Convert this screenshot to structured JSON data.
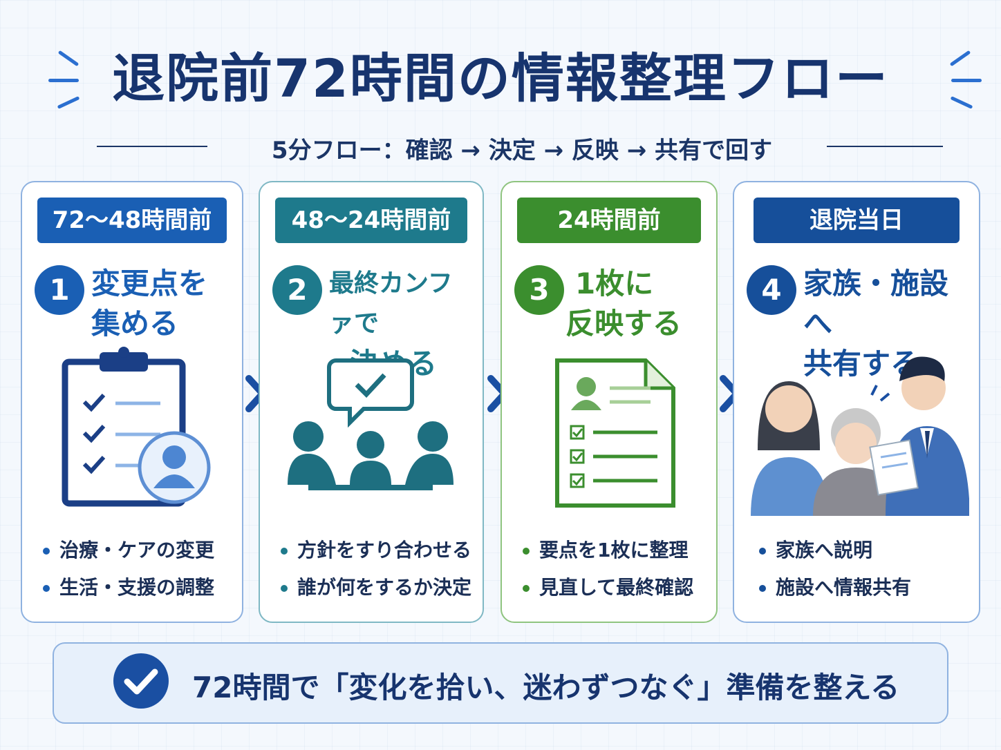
{
  "title": "退院前72時間の情報整理フロー",
  "subtitle": "5分フロー：確認 → 決定 → 反映 → 共有で回す",
  "steps": [
    {
      "badge": "72〜48時間前",
      "number": "1",
      "title_line1": "変更点を",
      "title_line2": "集める",
      "bullets": [
        "治療・ケアの変更",
        "生活・支援の調整"
      ],
      "color": "#1a5fb4",
      "icon": "clipboard-checklist-icon"
    },
    {
      "badge": "48〜24時間前",
      "number": "2",
      "title_line1": "最終カンファで",
      "title_line2": "決める",
      "bullets": [
        "方針をすり合わせる",
        "誰が何をするか決定"
      ],
      "color": "#1e7a8c",
      "icon": "meeting-icon"
    },
    {
      "badge": "24時間前",
      "number": "3",
      "title_line1": "1枚に",
      "title_line2": "反映する",
      "bullets": [
        "要点を1枚に整理",
        "見直して最終確認"
      ],
      "color": "#3b8e2e",
      "icon": "document-icon"
    },
    {
      "badge": "退院当日",
      "number": "4",
      "title_line1": "家族・施設へ",
      "title_line2": "共有する",
      "bullets": [
        "家族へ説明",
        "施設へ情報共有"
      ],
      "color": "#164f9a",
      "icon": "family-sharing-icon"
    }
  ],
  "footer": "72時間で「変化を拾い、迷わずつなぐ」準備を整える",
  "colors": {
    "title": "#17346e",
    "step1": "#1a5fb4",
    "step2": "#1e7a8c",
    "step3": "#3b8e2e",
    "step4": "#164f9a"
  }
}
